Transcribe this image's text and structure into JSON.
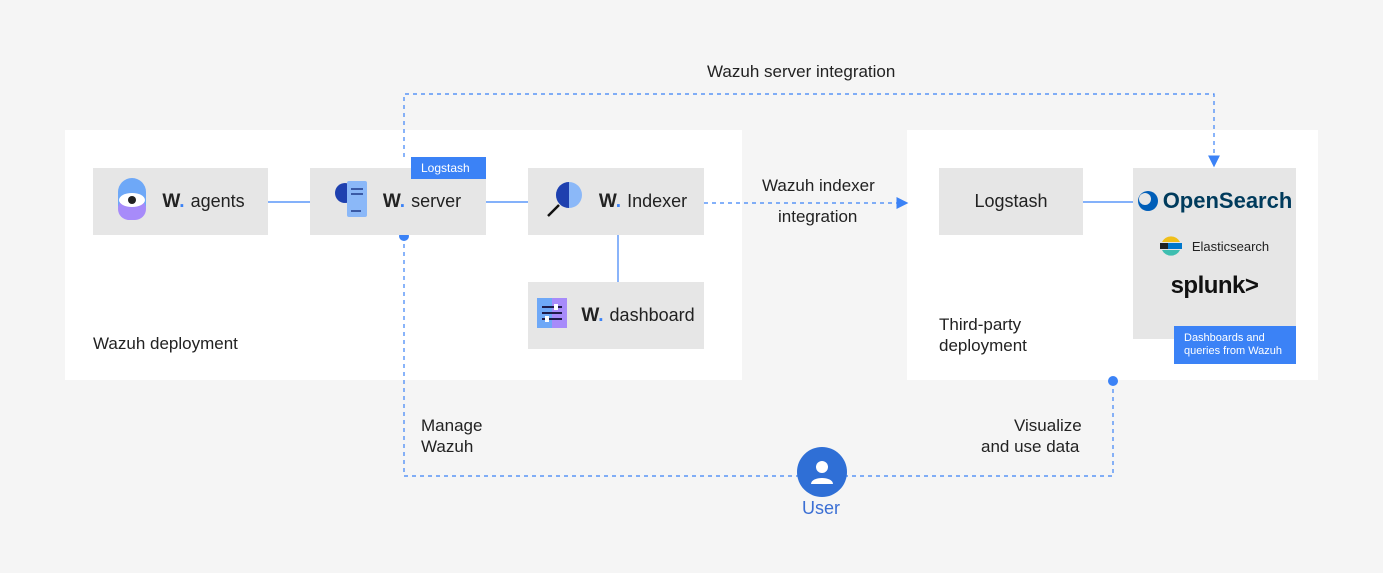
{
  "top_link": {
    "label": "Wazuh server integration"
  },
  "deployment": {
    "label": "Wazuh deployment",
    "agents": {
      "brand": "W",
      "name": "agents"
    },
    "server": {
      "brand": "W",
      "name": "server",
      "tag": "Logstash"
    },
    "indexer": {
      "brand": "W",
      "name": "Indexer"
    },
    "dashboard": {
      "brand": "W",
      "name": "dashboard"
    }
  },
  "indexer_link": {
    "line1": "Wazuh indexer",
    "line2": "integration"
  },
  "third_party": {
    "label_line1": "Third-party",
    "label_line2": "deployment",
    "logstash": "Logstash",
    "opensearch": "OpenSearch",
    "elasticsearch": "Elasticsearch",
    "splunk": "splunk>",
    "tag_line1": "Dashboards and",
    "tag_line2": "queries from Wazuh"
  },
  "manage": {
    "line1": "Manage",
    "line2": "Wazuh"
  },
  "visualize": {
    "line1": "Visualize",
    "line2": "and use data"
  },
  "user": {
    "label": "User"
  },
  "colors": {
    "accent": "#3b82f6",
    "box": "#e6e6e6",
    "background": "#f5f5f5"
  }
}
